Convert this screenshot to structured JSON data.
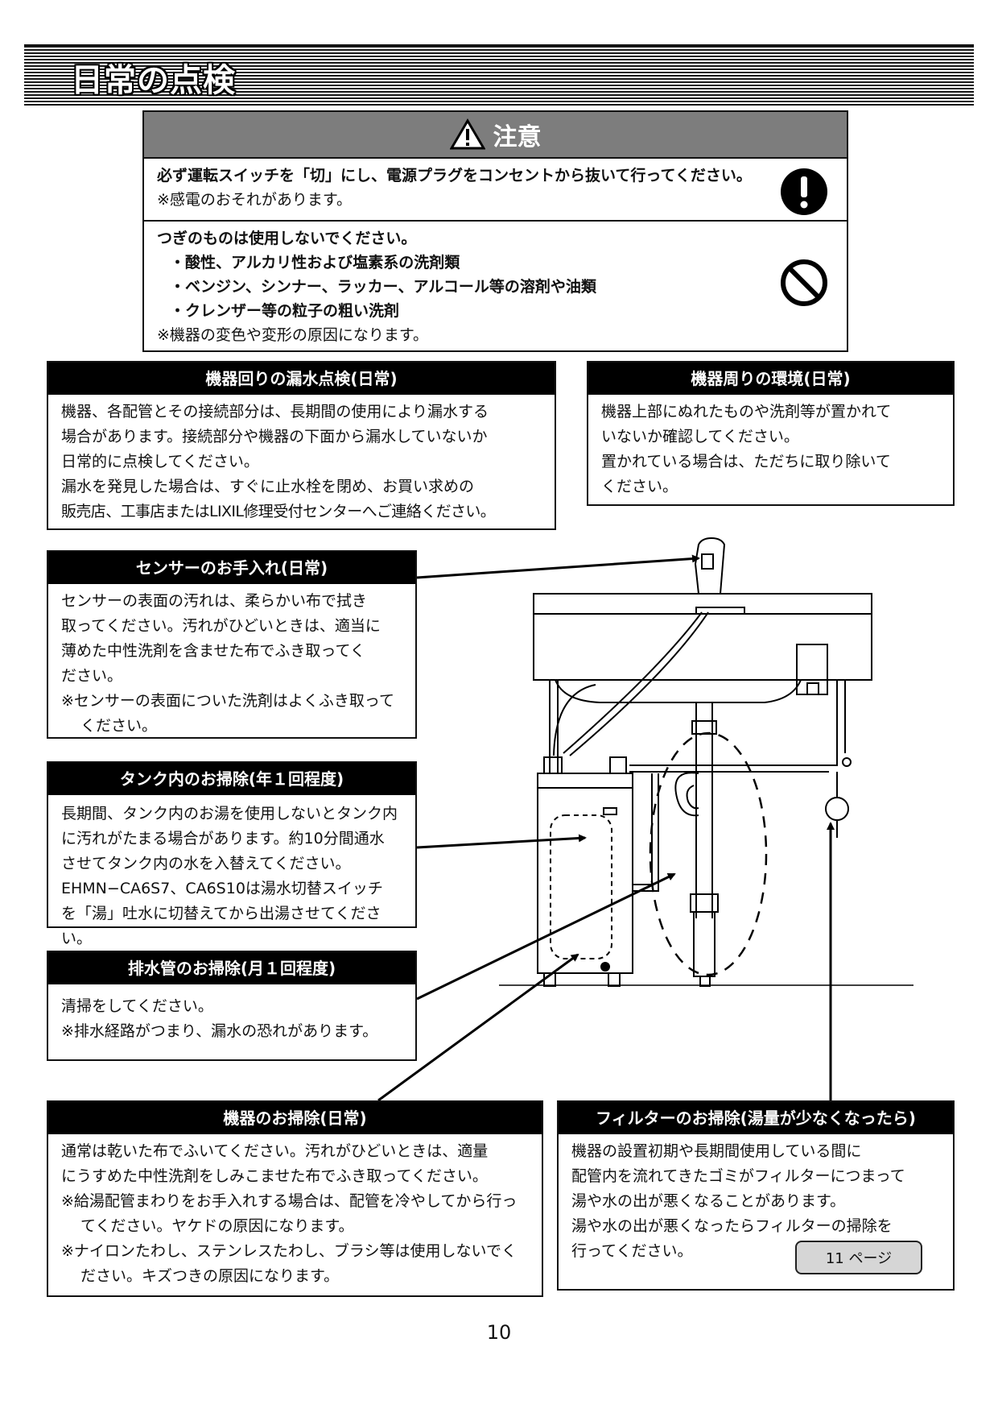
{
  "title": "日常の点検",
  "caution": {
    "heading": "注意",
    "item1": {
      "bold": "必ず運転スイッチを「切」にし、電源プラグをコンセントから抜いて行ってください。",
      "note": "※感電のおそれがあります。",
      "icon": "mandatory-exclamation-icon"
    },
    "item2": {
      "bold": "つぎのものは使用しないでください。",
      "list": [
        "・酸性、アルカリ性および塩素系の洗剤類",
        "・ベンジン、シンナー、ラッカー、アルコール等の溶剤や油類",
        "・クレンザー等の粒子の粗い洗剤"
      ],
      "note": "※機器の変色や変形の原因になります。",
      "icon": "prohibited-icon"
    }
  },
  "sections": {
    "leak_check": {
      "heading": "機器回りの漏水点検(日常)",
      "lines": [
        "機器、各配管とその接続部分は、長期間の使用により漏水する",
        "場合があります。接続部分や機器の下面から漏水していないか",
        "日常的に点検してください。",
        "漏水を発見した場合は、すぐに止水栓を閉め、お買い求めの",
        "販売店、工事店またはLIXIL修理受付センターへご連絡ください。"
      ]
    },
    "environment": {
      "heading": "機器周りの環境(日常)",
      "lines": [
        "機器上部にぬれたものや洗剤等が置かれて",
        "いないか確認してください。",
        "置かれている場合は、ただちに取り除いて",
        "ください。"
      ]
    },
    "sensor": {
      "heading": "センサーのお手入れ(日常)",
      "lines": [
        "センサーの表面の汚れは、柔らかい布で拭き",
        "取ってください。汚れがひどいときは、適当に",
        "薄めた中性洗剤を含ませた布でふき取ってく",
        "ださい。"
      ],
      "note": "※センサーの表面についた洗剤はよくふき取ってください。"
    },
    "tank": {
      "heading": "タンク内のお掃除(年１回程度)",
      "lines": [
        "長期間、タンク内のお湯を使用しないとタンク内",
        "に汚れがたまる場合があります。約10分間通水",
        "させてタンク内の水を入替えてください。",
        "EHMN−CA6S7、CA6S10は湯水切替スイッチ",
        "を「湯」吐水に切替えてから出湯させてください。"
      ]
    },
    "drain": {
      "heading": "排水管のお掃除(月１回程度)",
      "lines": [
        "清掃をしてください。",
        "※排水経路がつまり、漏水の恐れがあります。"
      ]
    },
    "unit_clean": {
      "heading": "機器のお掃除(日常)",
      "lines": [
        "通常は乾いた布でふいてください。汚れがひどいときは、適量",
        "にうすめた中性洗剤をしみこませた布でふき取ってください。"
      ],
      "notes": [
        "※給湯配管まわりをお手入れする場合は、配管を冷やしてから行ってください。ヤケドの原因になります。",
        "※ナイロンたわし、ステンレスたわし、ブラシ等は使用しないでください。キズつきの原因になります。"
      ]
    },
    "filter": {
      "heading": "フィルターのお掃除(湯量が少なくなったら)",
      "lines": [
        "機器の設置初期や長期間使用している間に",
        "配管内を流れてきたゴミがフィルターにつまって",
        "湯や水の出が悪くなることがあります。",
        "湯や水の出が悪くなったらフィルターの掃除を",
        "行ってください。"
      ],
      "page_ref": "11 ページ"
    }
  },
  "page_number": "10"
}
